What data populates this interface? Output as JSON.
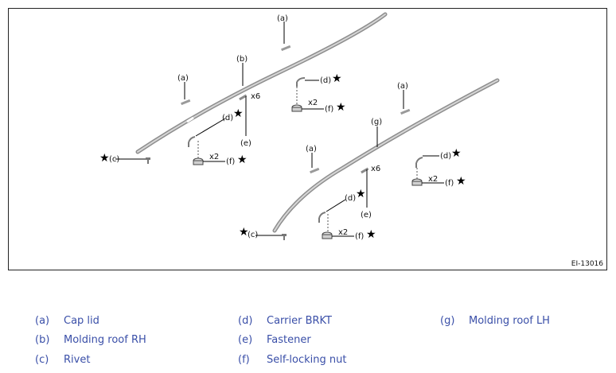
{
  "figure": {
    "id": "EI-13016",
    "callouts": {
      "a": "(a)",
      "b": "(b)",
      "c": "(c)",
      "d": "(d)",
      "e": "(e)",
      "f": "(f)",
      "g": "(g)",
      "x2": "x2",
      "x6": "x6",
      "star": "★"
    }
  },
  "legend": [
    {
      "code": "(a)",
      "label": "Cap lid"
    },
    {
      "code": "(b)",
      "label": "Molding roof RH"
    },
    {
      "code": "(c)",
      "label": "Rivet"
    },
    {
      "code": "(d)",
      "label": "Carrier BRKT"
    },
    {
      "code": "(e)",
      "label": "Fastener"
    },
    {
      "code": "(f)",
      "label": "Self-locking nut"
    },
    {
      "code": "(g)",
      "label": "Molding roof LH"
    }
  ]
}
